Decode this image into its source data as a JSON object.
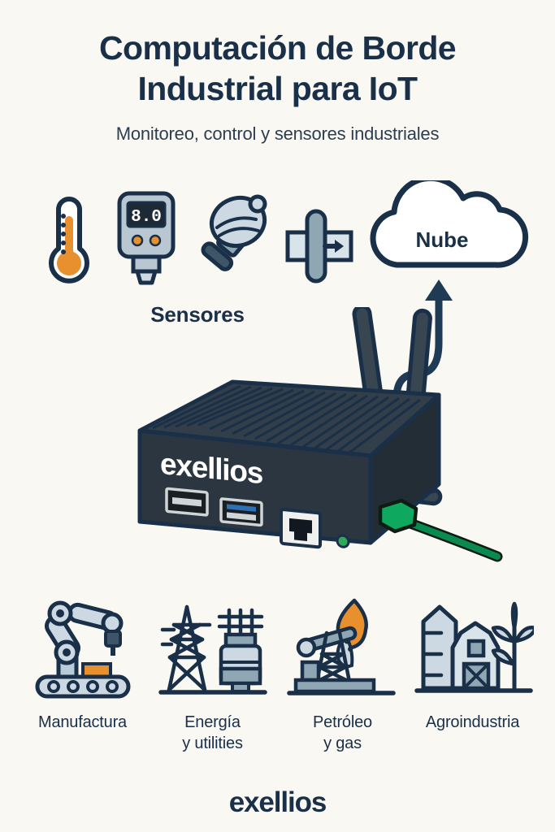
{
  "page": {
    "background_color": "#faf8f3",
    "ink_color": "#1a3048",
    "accent_orange": "#e8902e",
    "accent_green": "#0a8a4f",
    "device_body_color": "#2b3640",
    "icon_fill_light": "#ccd9e2",
    "icon_fill_mid": "#8fa7b4"
  },
  "header": {
    "title_line1": "Computación de Borde",
    "title_line2": "Industrial para IoT",
    "subtitle": "Monitoreo, control y sensores industriales"
  },
  "sensors": {
    "label": "Sensores",
    "items": [
      {
        "name": "thermometer-sensor"
      },
      {
        "name": "digital-gauge-sensor",
        "display_value": "8.0"
      },
      {
        "name": "pressure-probe-sensor"
      },
      {
        "name": "flow-sensor"
      }
    ]
  },
  "cloud": {
    "label": "Nube"
  },
  "device": {
    "brand": "exellios",
    "antenna_count": 2,
    "ports": [
      {
        "name": "usb-2-port",
        "color": "#1a1f24"
      },
      {
        "name": "usb-3-port",
        "color": "#2f6fb5"
      },
      {
        "name": "ethernet-rj45-port",
        "color": "#f0f0ee"
      }
    ],
    "led": {
      "name": "status-led",
      "color": "#2faa5a"
    },
    "cable": {
      "name": "green-ethernet-cable",
      "color": "#0a8a4f"
    }
  },
  "industries": [
    {
      "name": "manufactura",
      "label": "Manufactura",
      "icon": "robot-arm-conveyor-icon"
    },
    {
      "name": "energia-utilities",
      "label": "Energía\ny utilities",
      "label_line1": "Energía",
      "label_line2": "y utilities",
      "icon": "power-pylon-transformer-icon"
    },
    {
      "name": "petroleo-gas",
      "label": "Petróleo\ny gas",
      "label_line1": "Petróleo",
      "label_line2": "y gas",
      "icon": "oil-pumpjack-flame-icon"
    },
    {
      "name": "agroindustria",
      "label": "Agroindustria",
      "label_line1": "Agroindustria",
      "label_line2": "",
      "icon": "barn-silo-plant-icon"
    }
  ],
  "footer": {
    "logo": "exellios"
  }
}
